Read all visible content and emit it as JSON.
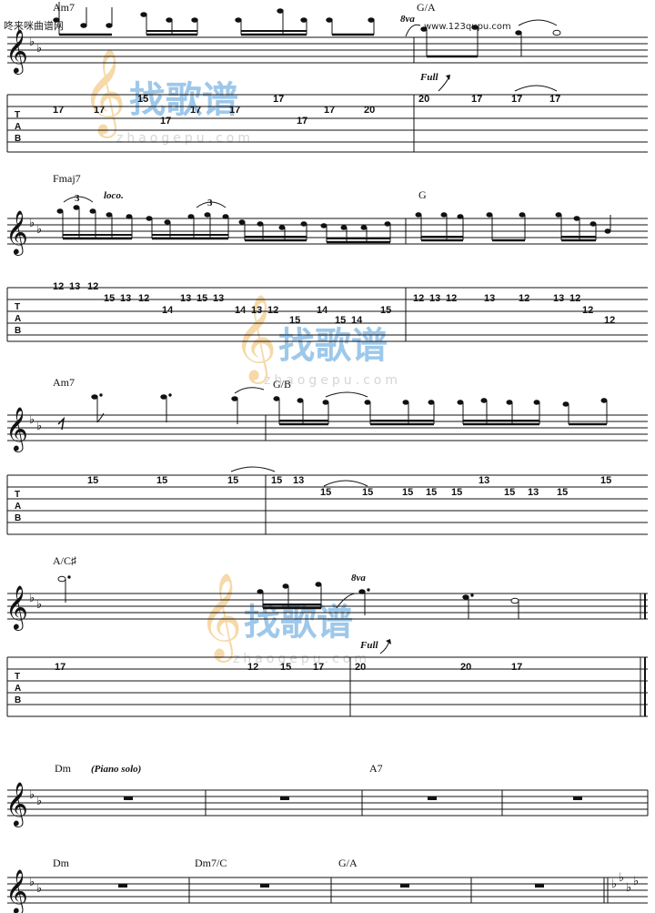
{
  "header": {
    "site_left": "咚来咪曲谱网",
    "site_right": "www.123qupu.com"
  },
  "watermark": {
    "brand": "找歌谱",
    "domain": "zhaogepu.com"
  },
  "systems": [
    {
      "chords": [
        "Am7",
        "G/A"
      ],
      "markings": [
        "8va",
        "Full"
      ],
      "tab": [
        "17",
        "17",
        "15",
        "17",
        "17",
        "17",
        "17",
        "17",
        "17",
        "20",
        "20",
        "17",
        "17"
      ]
    },
    {
      "chords": [
        "Fmaj7",
        "G"
      ],
      "markings": [
        "loco.",
        "3",
        "3"
      ],
      "tab_m1": [
        "12",
        "13",
        "12",
        "15",
        "13",
        "12",
        "14",
        "13",
        "15",
        "13",
        "14",
        "13",
        "12",
        "15",
        "14",
        "15",
        "14",
        "15"
      ],
      "tab_m2": [
        "12",
        "13",
        "12",
        "13",
        "12",
        "13",
        "12",
        "12",
        "12"
      ]
    },
    {
      "chords": [
        "Am7",
        "G/B"
      ],
      "tab": [
        "15",
        "15",
        "15",
        "15",
        "13",
        "15",
        "15",
        "15",
        "15",
        "15",
        "13",
        "15",
        "13",
        "15",
        "15"
      ]
    },
    {
      "chords": [
        "A/C♯"
      ],
      "markings": [
        "8va",
        "Full"
      ],
      "tab": [
        "17",
        "12",
        "15",
        "17",
        "20",
        "20",
        "17"
      ]
    },
    {
      "chords": [
        "Dm",
        "A7"
      ],
      "markings": [
        "(Piano solo)"
      ]
    },
    {
      "chords": [
        "Dm",
        "Dm7/C",
        "G/A"
      ]
    }
  ],
  "tab_clef": [
    "T",
    "A",
    "B"
  ]
}
